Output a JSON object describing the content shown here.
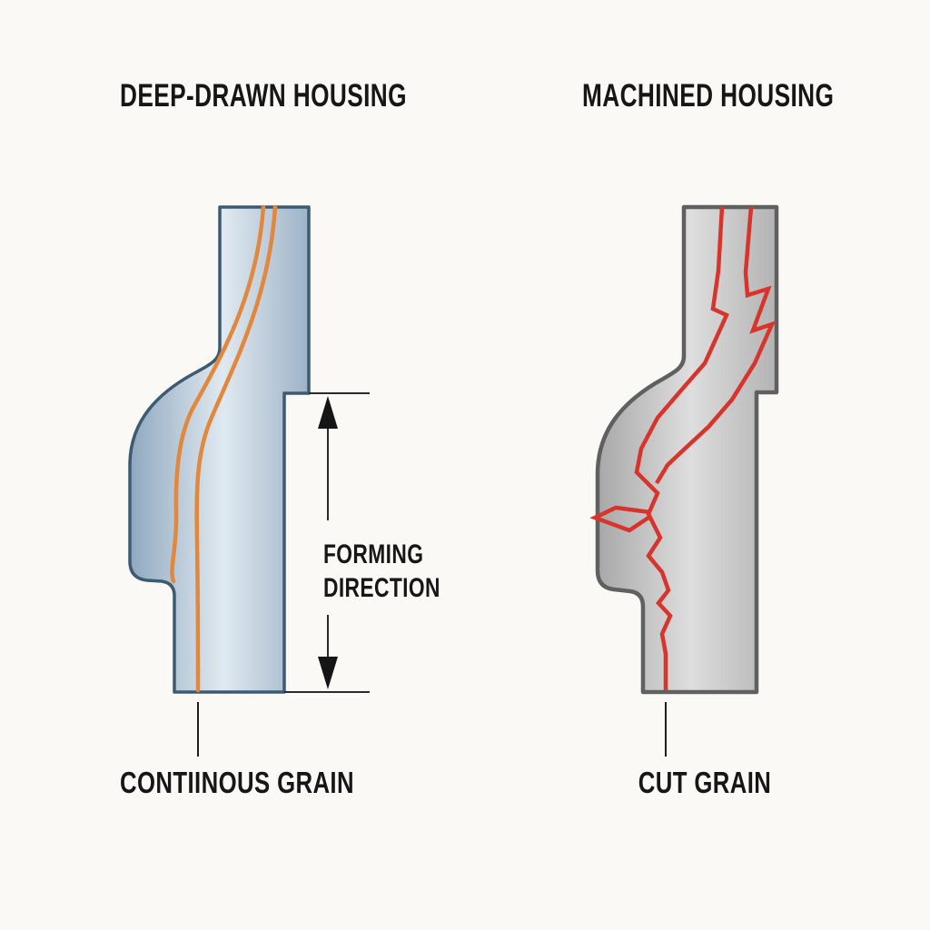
{
  "figure": {
    "background": "#FAF9F6",
    "text_color": "#161616",
    "left_panel": {
      "title": "DEEP-DRAWN HOUSING",
      "caption": "CONTIINOUS GRAIN",
      "grain_style": "continuous",
      "grain_color": "#E2873C",
      "outline_color": "#3C5A72",
      "fill_dark": "#8FA8BE",
      "fill_light": "#E0E9F0",
      "fill_edge": "#9DB3C8"
    },
    "right_panel": {
      "title": "MACHINED HOUSING",
      "caption": "CUT GRAIN",
      "grain_style": "cut",
      "grain_color": "#D9342B",
      "outline_color": "#606060",
      "fill_dark": "#A8A8A8",
      "fill_light": "#DEDEDE",
      "fill_edge": "#B3B3B3"
    },
    "dimension": {
      "label_line1": "FORMING",
      "label_line2": "DIRECTION",
      "arrow_color": "#222222"
    }
  }
}
